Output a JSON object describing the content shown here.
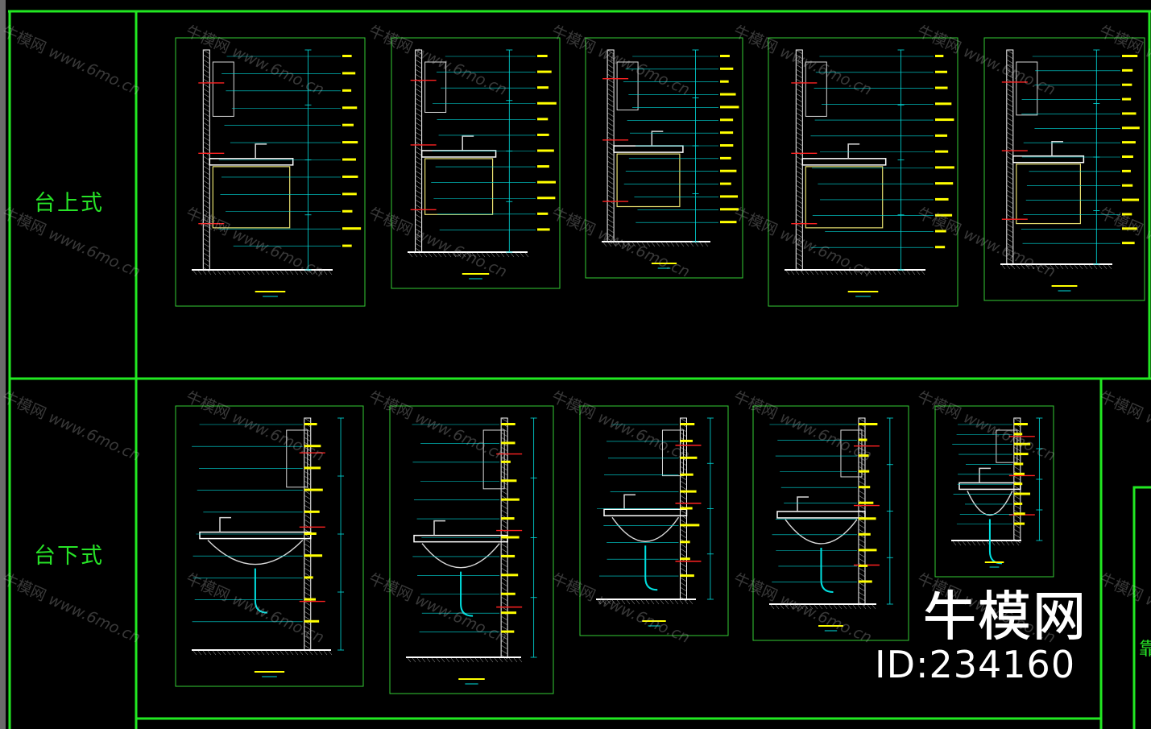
{
  "rows": [
    {
      "label": "台上式"
    },
    {
      "label": "台下式"
    }
  ],
  "watermark": {
    "brand": "牛模网",
    "url": "www.6mo.cn"
  },
  "brand": {
    "name": "牛模网",
    "id": "ID:234160"
  },
  "edge_label": "靠",
  "colors": {
    "frame": "#22e822",
    "sheet": "#33cc33",
    "wall": "#ffffff",
    "dim": "#00e0e0",
    "accent": "#ff2222",
    "label": "#ffff00",
    "fixture": "#d8d8d8"
  }
}
